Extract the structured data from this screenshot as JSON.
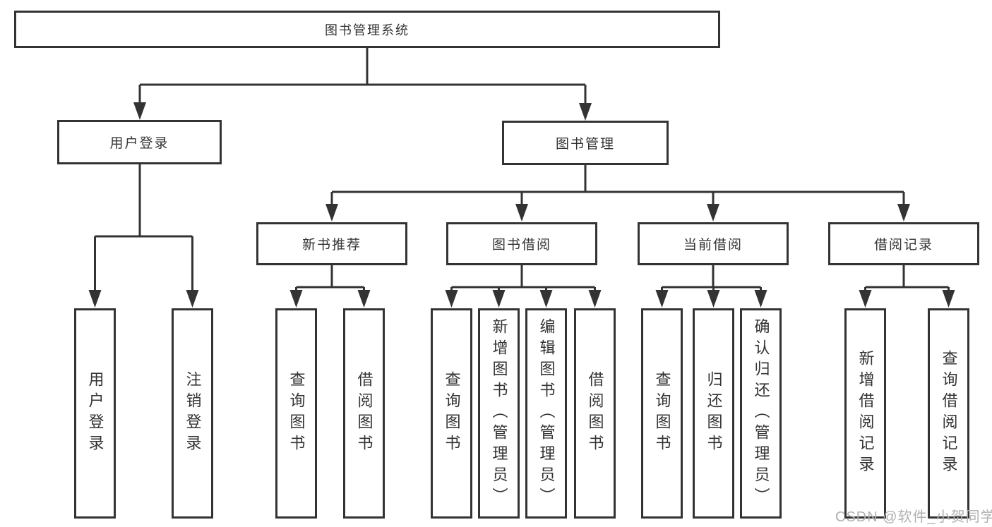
{
  "diagram": {
    "type": "hierarchy-tree",
    "nodes": {
      "root": {
        "label": "图书管理系统"
      },
      "user_login": {
        "label": "用户登录"
      },
      "book_mgmt": {
        "label": "图书管理"
      },
      "new_book_rec": {
        "label": "新书推荐"
      },
      "book_borrow": {
        "label": "图书借阅"
      },
      "current_borrow": {
        "label": "当前借阅"
      },
      "borrow_records": {
        "label": "借阅记录"
      },
      "leaf_user_login": {
        "label": "用户登录"
      },
      "leaf_logout": {
        "label": "注销登录"
      },
      "leaf_query_book_rec": {
        "label": "查询图书"
      },
      "leaf_borrow_book_rec": {
        "label": "借阅图书"
      },
      "leaf_query_book_borrow": {
        "label": "查询图书"
      },
      "leaf_add_book": {
        "label": "新增图书（管理员）"
      },
      "leaf_edit_book": {
        "label": "编辑图书（管理员）"
      },
      "leaf_borrow_book_borrow": {
        "label": "借阅图书"
      },
      "leaf_query_book_current": {
        "label": "查询图书"
      },
      "leaf_return_book": {
        "label": "归还图书"
      },
      "leaf_confirm_return": {
        "label": "确认归还（管理员）"
      },
      "leaf_add_borrow_record": {
        "label": "新增借阅记录"
      },
      "leaf_query_borrow_record": {
        "label": "查询借阅记录"
      }
    },
    "edges": [
      {
        "from": "root",
        "to": "user_login"
      },
      {
        "from": "root",
        "to": "book_mgmt"
      },
      {
        "from": "user_login",
        "to": "leaf_user_login"
      },
      {
        "from": "user_login",
        "to": "leaf_logout"
      },
      {
        "from": "book_mgmt",
        "to": "new_book_rec"
      },
      {
        "from": "book_mgmt",
        "to": "book_borrow"
      },
      {
        "from": "book_mgmt",
        "to": "current_borrow"
      },
      {
        "from": "book_mgmt",
        "to": "borrow_records"
      },
      {
        "from": "new_book_rec",
        "to": "leaf_query_book_rec"
      },
      {
        "from": "new_book_rec",
        "to": "leaf_borrow_book_rec"
      },
      {
        "from": "book_borrow",
        "to": "leaf_query_book_borrow"
      },
      {
        "from": "book_borrow",
        "to": "leaf_add_book"
      },
      {
        "from": "book_borrow",
        "to": "leaf_edit_book"
      },
      {
        "from": "book_borrow",
        "to": "leaf_borrow_book_borrow"
      },
      {
        "from": "current_borrow",
        "to": "leaf_query_book_current"
      },
      {
        "from": "current_borrow",
        "to": "leaf_return_book"
      },
      {
        "from": "current_borrow",
        "to": "leaf_confirm_return"
      },
      {
        "from": "borrow_records",
        "to": "leaf_add_borrow_record"
      },
      {
        "from": "borrow_records",
        "to": "leaf_query_borrow_record"
      }
    ],
    "colors": {
      "line": "#333333",
      "box_border": "#333333",
      "box_fill": "#ffffff",
      "text": "#333333",
      "background": "#ffffff",
      "watermark": "#b0b0b0"
    }
  },
  "watermark": {
    "text": "CSDN @软件_小贺同学"
  }
}
